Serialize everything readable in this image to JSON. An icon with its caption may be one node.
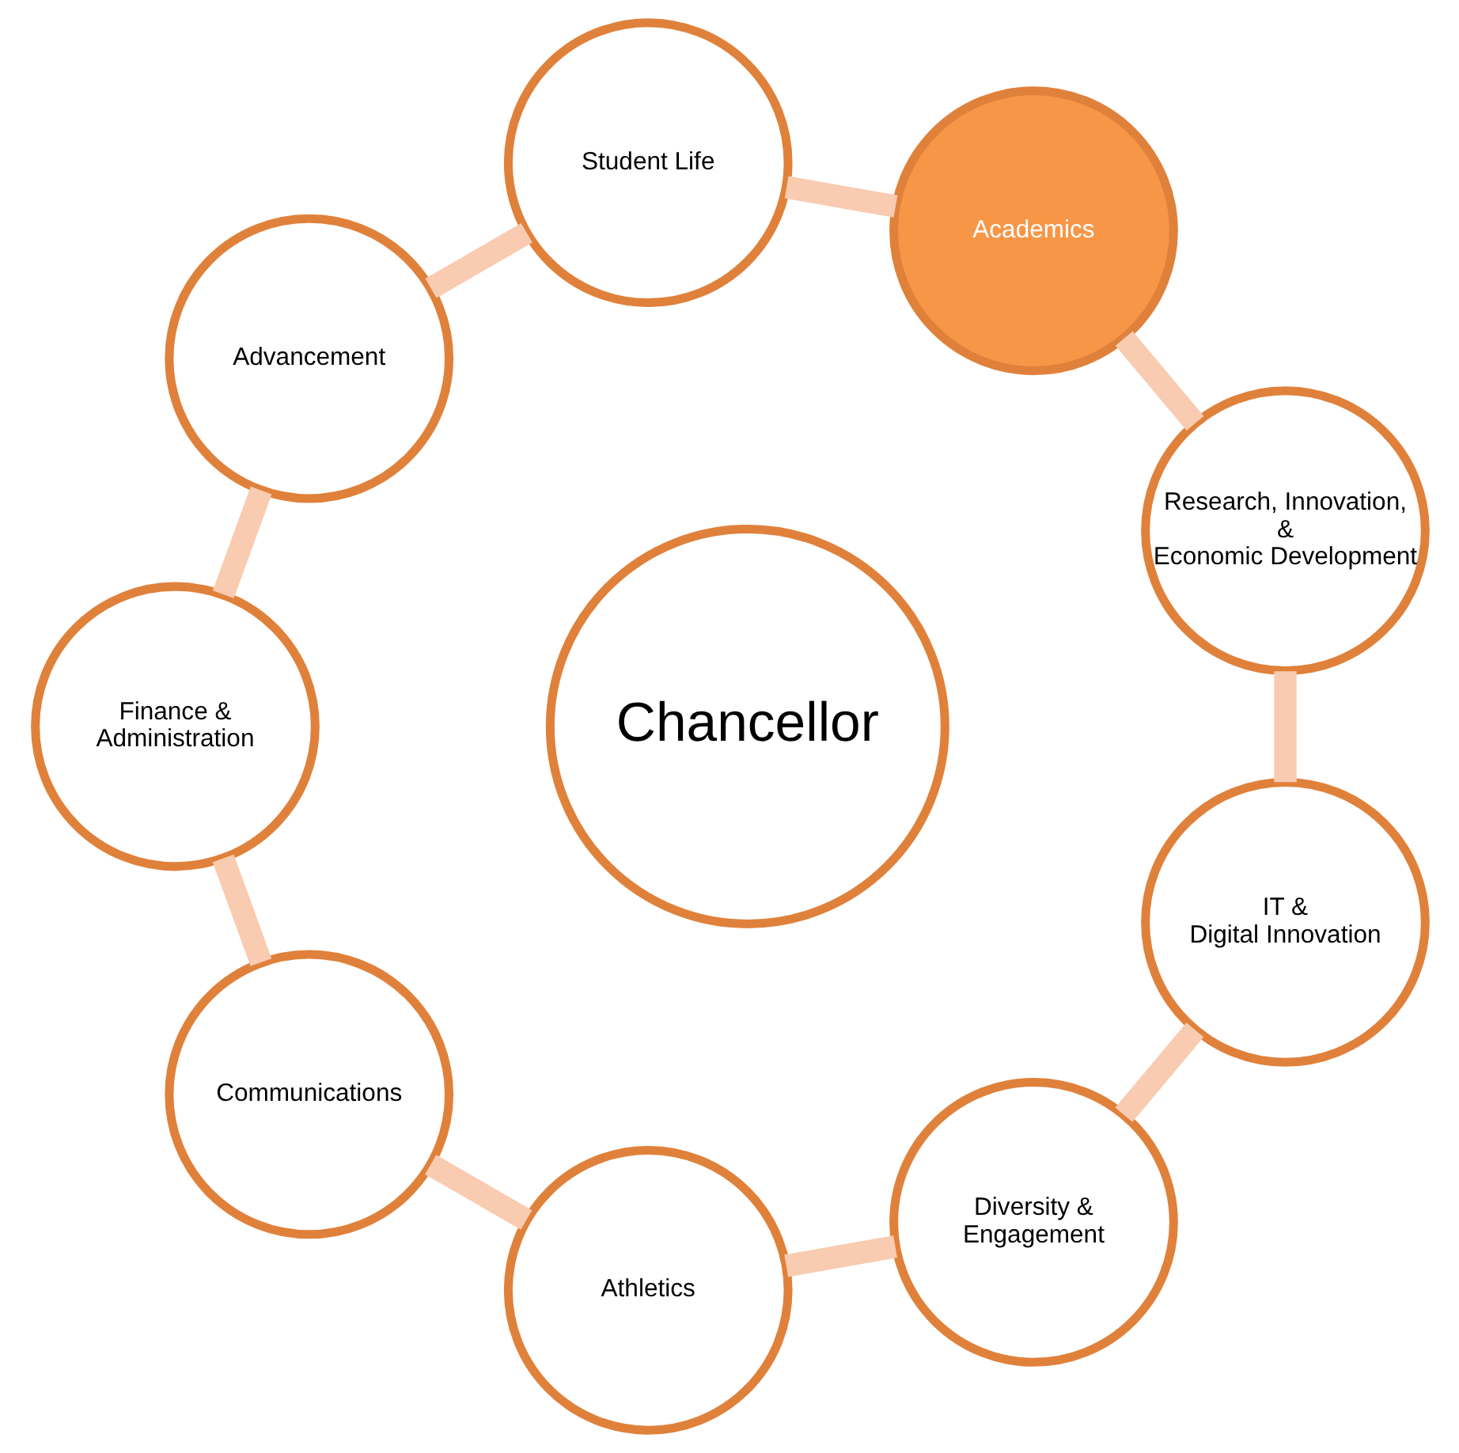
{
  "diagram": {
    "nodes": [
      {
        "text": [
          "Research, Innovation, & Economic Development"
        ]
      },
      {
        "text": [
          "Academics"
        ]
      },
      {
        "text": [
          "Student Life"
        ]
      },
      {
        "text": [
          "Advancement"
        ]
      },
      {
        "text": [
          "Finance & Administration"
        ]
      },
      {
        "text": [
          "Communications"
        ]
      },
      {
        "text": [
          "Athletics"
        ]
      },
      {
        "text": [
          "Diversity & Engagement"
        ]
      },
      {
        "text": [
          "IT & Digital Innovation"
        ]
      },
      {
        "text": [
          "Chancellor"
        ]
      }
    ],
    "edges": [
      {
        "from": 0,
        "to": 1,
        "arrow": "none"
      },
      {
        "from": 1,
        "to": 2,
        "arrow": "none"
      },
      {
        "from": 2,
        "to": 3,
        "arrow": "none"
      },
      {
        "from": 3,
        "to": 4,
        "arrow": "none"
      },
      {
        "from": 4,
        "to": 5,
        "arrow": "none"
      },
      {
        "from": 5,
        "to": 6,
        "arrow": "none"
      },
      {
        "from": 6,
        "to": 7,
        "arrow": "none"
      },
      {
        "from": 7,
        "to": 8,
        "arrow": "none"
      },
      {
        "from": 8,
        "to": 0,
        "arrow": "none"
      }
    ]
  }
}
